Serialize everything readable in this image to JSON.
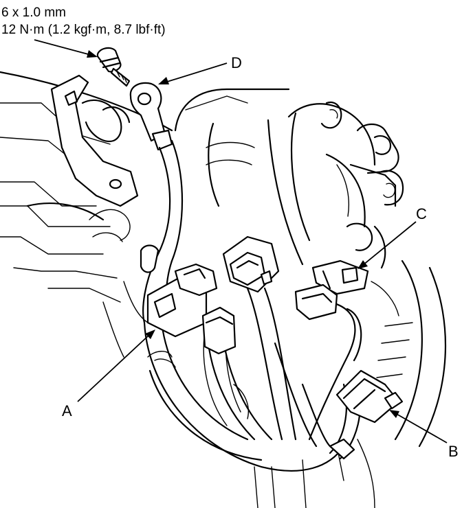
{
  "fastener_spec": {
    "size": "6 x 1.0 mm",
    "torque": "12 N·m (1.2 kgf·m, 8.7 lbf·ft)"
  },
  "callouts": [
    {
      "id": "A",
      "label": "A"
    },
    {
      "id": "B",
      "label": "B"
    },
    {
      "id": "C",
      "label": "C"
    },
    {
      "id": "D",
      "label": "D"
    }
  ]
}
